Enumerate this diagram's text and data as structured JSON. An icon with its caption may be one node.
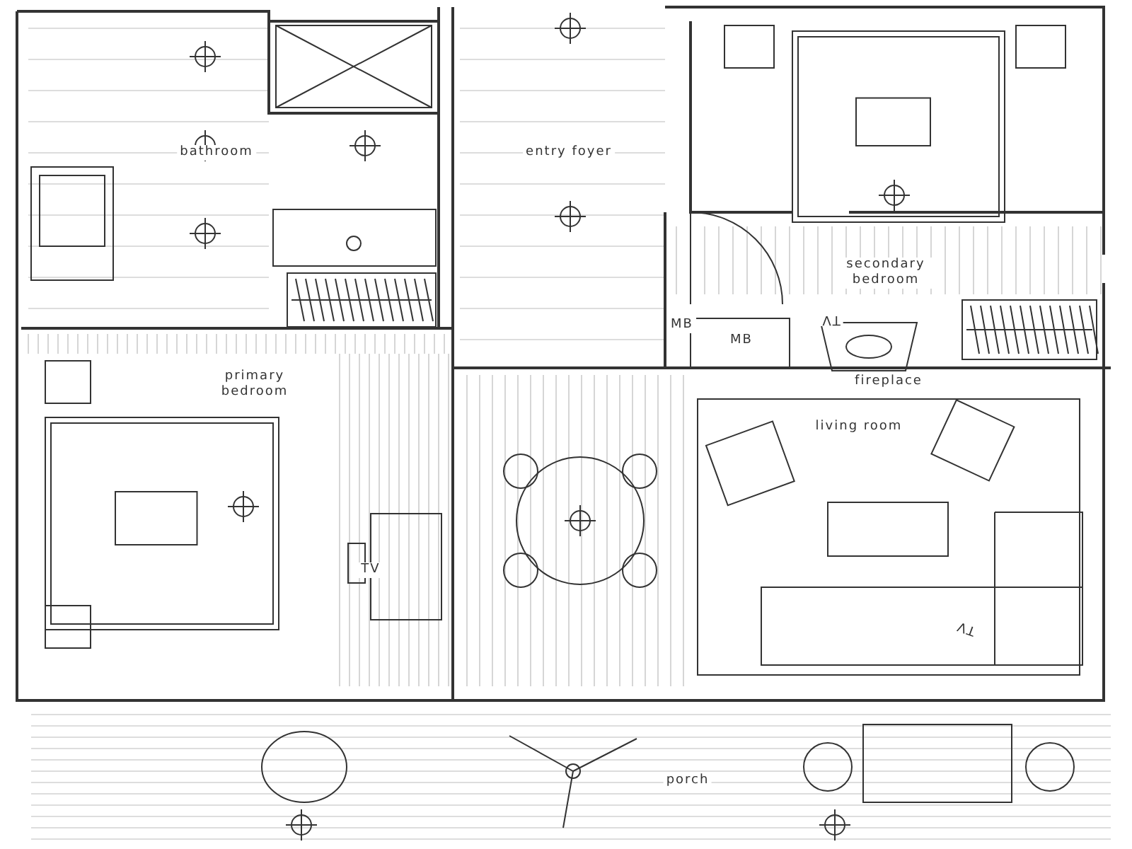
{
  "diagram": {
    "labels": [
      "bathroom",
      "entry foyer",
      "secondary bedroom",
      "MB",
      "MB",
      "TV",
      "fireplace",
      "primary bedroom",
      "living room",
      "TV",
      "TV",
      "porch"
    ]
  }
}
